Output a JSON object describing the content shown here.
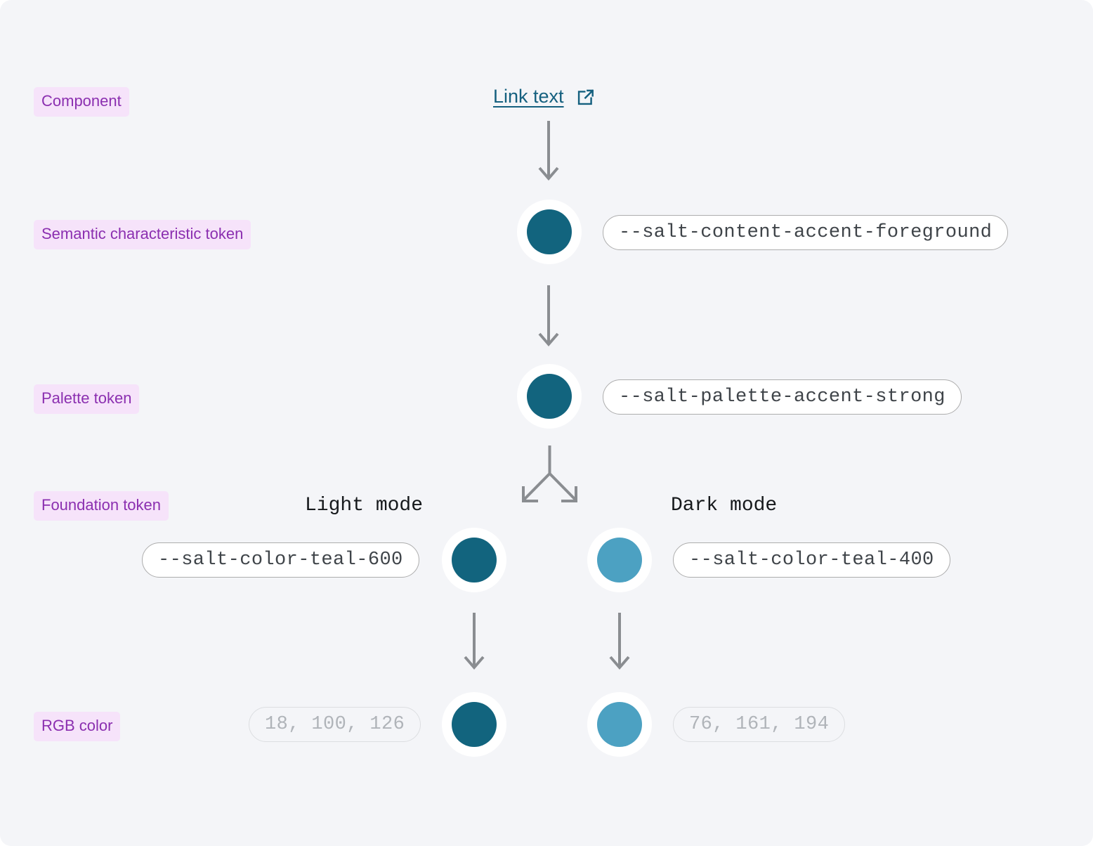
{
  "stages": [
    {
      "label": "Component"
    },
    {
      "label": "Semantic characteristic token"
    },
    {
      "label": "Palette token"
    },
    {
      "label": "Foundation token"
    },
    {
      "label": "RGB color"
    }
  ],
  "component": {
    "link_label": "Link text",
    "icon": "external-link-icon",
    "link_color": "#15607f"
  },
  "semantic": {
    "token": "--salt-content-accent-foreground",
    "swatch_color": "#12647e"
  },
  "palette": {
    "token": "--salt-palette-accent-strong",
    "swatch_color": "#12647e"
  },
  "foundation": {
    "light": {
      "caption": "Light mode",
      "token": "--salt-color-teal-600",
      "swatch_color": "#12647e"
    },
    "dark": {
      "caption": "Dark mode",
      "token": "--salt-color-teal-400",
      "swatch_color": "#4ca1c2"
    }
  },
  "rgb": {
    "light": {
      "value": "18, 100, 126",
      "swatch_color": "#12647e"
    },
    "dark": {
      "value": "76, 161, 194",
      "swatch_color": "#4ca1c2"
    }
  },
  "colors": {
    "background": "#f4f5f8",
    "badge_bg": "#f6e3fa",
    "badge_text": "#8b2fb0",
    "arrow": "#8a8d91",
    "pill_border": "#adadad",
    "pill_text": "#3f4449",
    "muted_text": "#b0b4b9"
  }
}
